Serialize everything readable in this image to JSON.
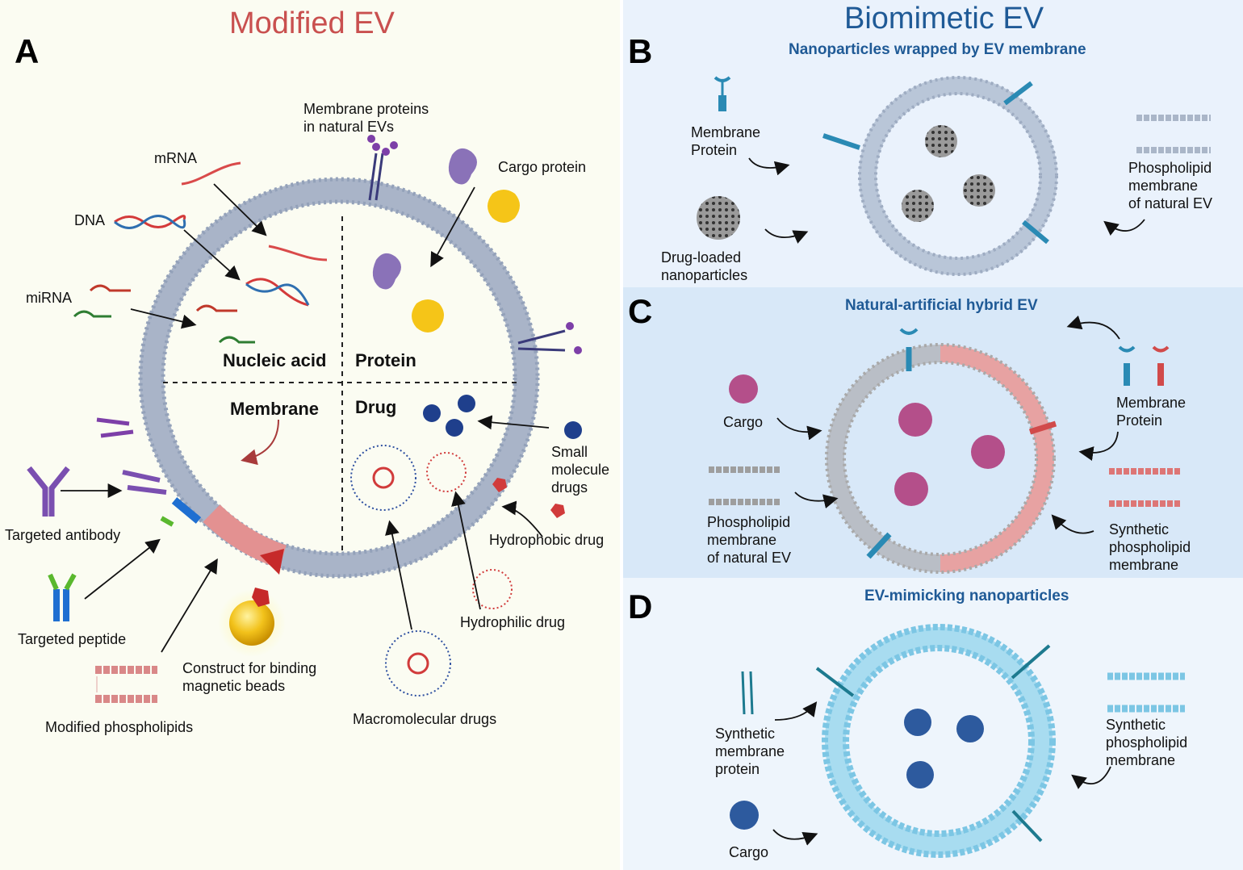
{
  "panel_a": {
    "letter": "A",
    "title": "Modified EV",
    "quadrants": {
      "nucleic_acid": "Nucleic acid",
      "protein": "Protein",
      "membrane": "Membrane",
      "drug": "Drug"
    },
    "labels": {
      "membrane_proteins": "Membrane proteins\nin natural EVs",
      "mrna": "mRNA",
      "dna": "DNA",
      "mirna": "miRNA",
      "cargo_protein": "Cargo protein",
      "small_molecule": "Small\nmolecule\ndrugs",
      "hydrophobic": "Hydrophobic drug",
      "hydrophilic": "Hydrophilic drug",
      "macromolecular": "Macromolecular drugs",
      "targeted_antibody": "Targeted antibody",
      "targeted_peptide": "Targeted peptide",
      "modified_phospholipids": "Modified phospholipids",
      "construct": "Construct for binding\nmagnetic beads"
    }
  },
  "header_right": {
    "title": "Biomimetic EV"
  },
  "panel_b": {
    "letter": "B",
    "subtitle": "Nanoparticles wrapped by EV membrane",
    "labels": {
      "membrane_protein": "Membrane\nProtein",
      "drug_loaded": "Drug-loaded\nnanoparticles",
      "phospholipid": "Phospholipid\nmembrane\nof natural EV"
    }
  },
  "panel_c": {
    "letter": "C",
    "subtitle": "Natural-artificial hybrid EV",
    "labels": {
      "cargo": "Cargo",
      "phospholipid": "Phospholipid\nmembrane\nof natural EV",
      "membrane_protein": "Membrane\nProtein",
      "synthetic": "Synthetic\nphospholipid\nmembrane"
    }
  },
  "panel_d": {
    "letter": "D",
    "subtitle": "EV-mimicking nanoparticles",
    "labels": {
      "synthetic_protein": "Synthetic\nmembrane\nprotein",
      "cargo": "Cargo",
      "synthetic": "Synthetic\nphospholipid\nmembrane"
    }
  },
  "colors": {
    "panel_a_bg": "#fbfcf2",
    "panel_b_bg": "#eaf2fc",
    "panel_c_bg": "#d8e8f8",
    "panel_d_bg": "#eef5fc",
    "membrane_grey": "#9aa7bd",
    "membrane_red": "#d9696a",
    "membrane_blue": "#8fd0ea",
    "title_red": "#c9504f",
    "title_blue": "#1f5a96"
  }
}
